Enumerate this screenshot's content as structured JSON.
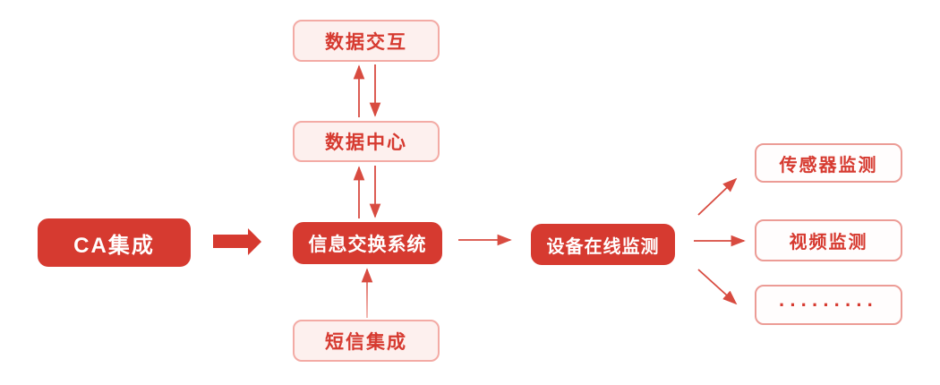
{
  "diagram": {
    "title": "CA integration information-exchange flow diagram",
    "nodes": {
      "ca": {
        "label": "CA集成",
        "style": "solid"
      },
      "data_exchange": {
        "label": "数据交互",
        "style": "light"
      },
      "data_center": {
        "label": "数据中心",
        "style": "light"
      },
      "info_exchange": {
        "label": "信息交换系统",
        "style": "solid"
      },
      "sms": {
        "label": "短信集成",
        "style": "light"
      },
      "device_monitor": {
        "label": "设备在线监测",
        "style": "solid"
      },
      "sensor_monitor": {
        "label": "传感器监测",
        "style": "outline"
      },
      "video_monitor": {
        "label": "视频监测",
        "style": "outline"
      },
      "more": {
        "label": "·········",
        "style": "outline"
      }
    },
    "edges": [
      {
        "from": "ca",
        "to": "info_exchange",
        "type": "block-arrow"
      },
      {
        "from": "data_center",
        "to": "data_exchange",
        "type": "arrow-up"
      },
      {
        "from": "data_exchange",
        "to": "data_center",
        "type": "arrow-down"
      },
      {
        "from": "info_exchange",
        "to": "data_center",
        "type": "arrow-up"
      },
      {
        "from": "data_center",
        "to": "info_exchange",
        "type": "arrow-down"
      },
      {
        "from": "sms",
        "to": "info_exchange",
        "type": "arrow-up"
      },
      {
        "from": "info_exchange",
        "to": "device_monitor",
        "type": "arrow-right"
      },
      {
        "from": "device_monitor",
        "to": "sensor_monitor",
        "type": "arrow-diagonal-up"
      },
      {
        "from": "device_monitor",
        "to": "video_monitor",
        "type": "arrow-right"
      },
      {
        "from": "device_monitor",
        "to": "more",
        "type": "arrow-diagonal-down"
      }
    ],
    "colors": {
      "solid_node_fill": "#d63a30",
      "solid_node_text": "#ffffff",
      "light_node_fill": "#fdf0ee",
      "light_node_border": "#f3aba5",
      "outline_node_fill": "#fffdfd",
      "outline_node_border": "#ec9c96",
      "node_text_red": "#d63a30",
      "arrow_red": "#d84b40",
      "arrow_light_pink": "#f2b2ac",
      "background": "#ffffff"
    }
  }
}
